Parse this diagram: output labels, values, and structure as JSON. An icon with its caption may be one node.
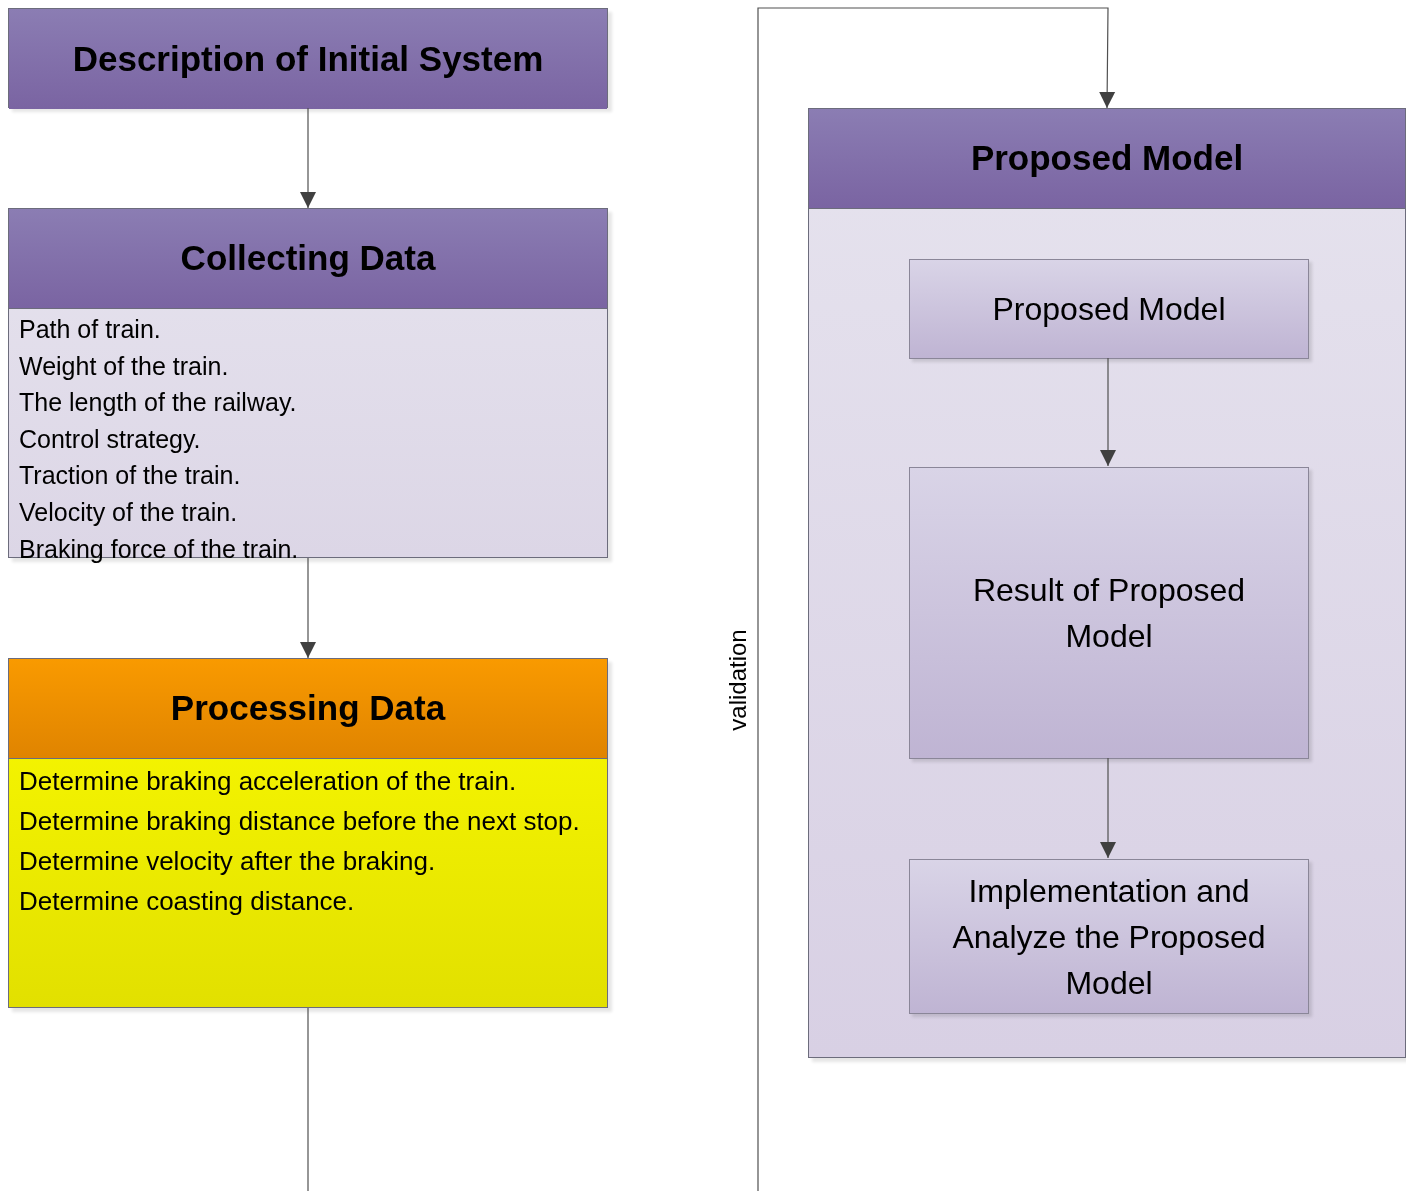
{
  "diagram": {
    "nodes": [
      {
        "text": [
          "Description of Initial System"
        ]
      },
      {
        "text": [
          "Collecting Data",
          "Path of train.",
          "Weight of the train.",
          "The length of the railway.",
          "Control strategy.",
          "Traction of the train.",
          "Velocity of the train.",
          "Braking force of the train."
        ]
      },
      {
        "text": [
          "Processing Data",
          "Determine braking acceleration of the train.",
          "Determine braking distance before the next stop.",
          "Determine velocity after the braking.",
          "Determine coasting distance."
        ]
      },
      {
        "text": [
          "Proposed Model"
        ]
      },
      {
        "text": [
          "Proposed Model"
        ],
        "in": 3
      },
      {
        "text": [
          "Result of Proposed Model"
        ],
        "in": 3
      },
      {
        "text": [
          "Implementation and Analyze the Proposed Model"
        ],
        "in": 3
      }
    ],
    "edges": [
      {
        "from": 0,
        "to": 1,
        "arrow": "to"
      },
      {
        "from": 1,
        "to": 2,
        "arrow": "to"
      },
      {
        "from": 2,
        "to": null,
        "arrow": "none"
      },
      {
        "from": null,
        "to": 3,
        "arrow": "to",
        "label": "validation"
      },
      {
        "from": 4,
        "to": 5,
        "arrow": "to"
      },
      {
        "from": 5,
        "to": 6,
        "arrow": "to"
      }
    ]
  }
}
